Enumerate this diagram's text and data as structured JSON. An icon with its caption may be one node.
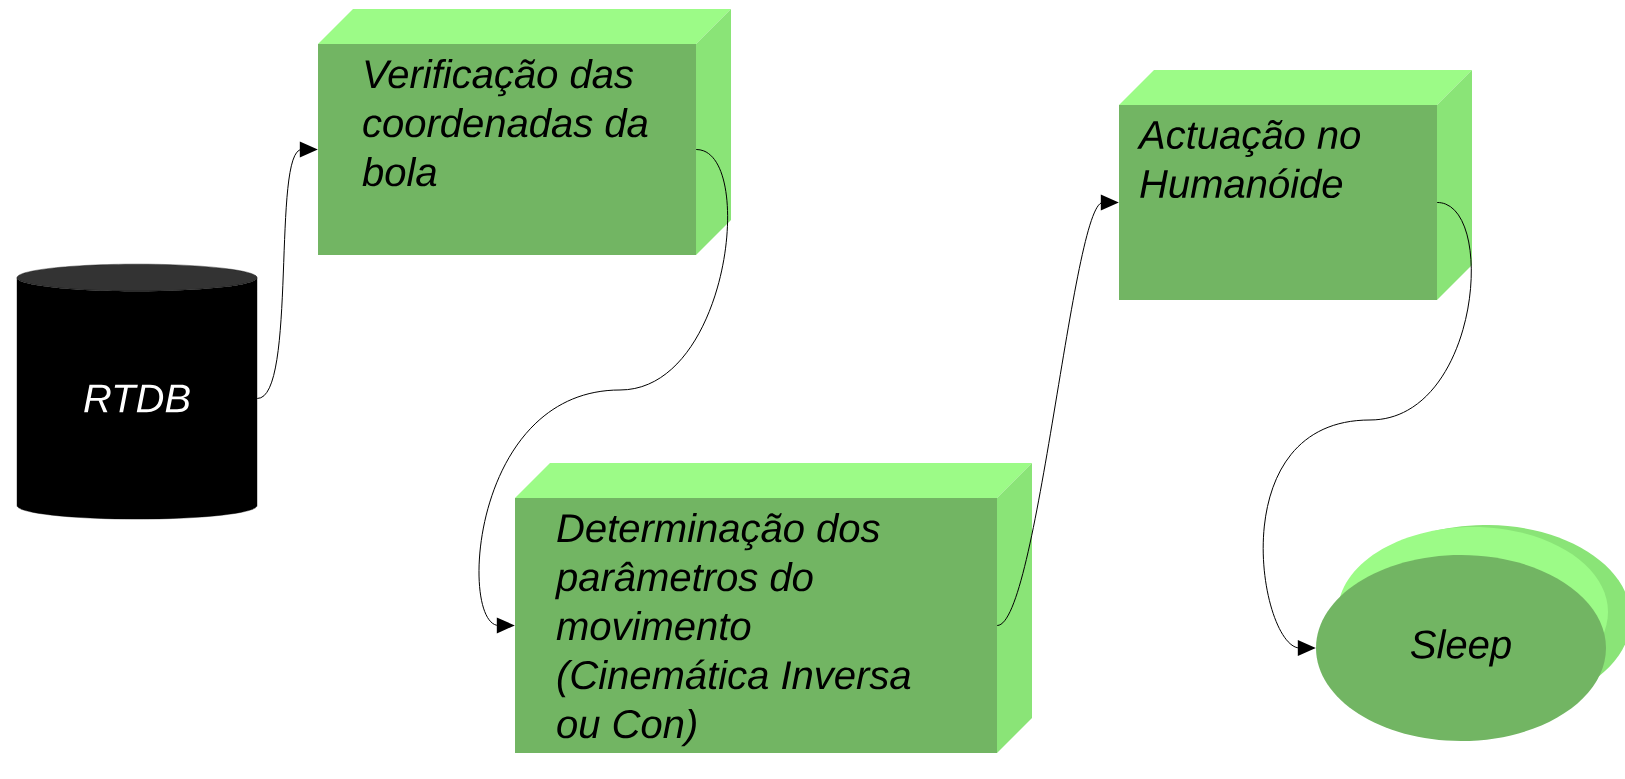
{
  "diagram": {
    "nodes": [
      {
        "text": [
          "RTDB"
        ]
      },
      {
        "text": [
          "Verificação das coordenadas da bola"
        ]
      },
      {
        "text": [
          "Determinação dos parâmetros do movimento (Cinemática Inversa ou Con)"
        ]
      },
      {
        "text": [
          "Actuação no Humanóide"
        ]
      },
      {
        "text": [
          "Sleep"
        ]
      }
    ],
    "edges": [
      {
        "from": 0,
        "to": 1,
        "arrow": "to"
      },
      {
        "from": 1,
        "to": 2,
        "arrow": "to"
      },
      {
        "from": 2,
        "to": 3,
        "arrow": "to"
      },
      {
        "from": 3,
        "to": 4,
        "arrow": "to"
      }
    ]
  }
}
